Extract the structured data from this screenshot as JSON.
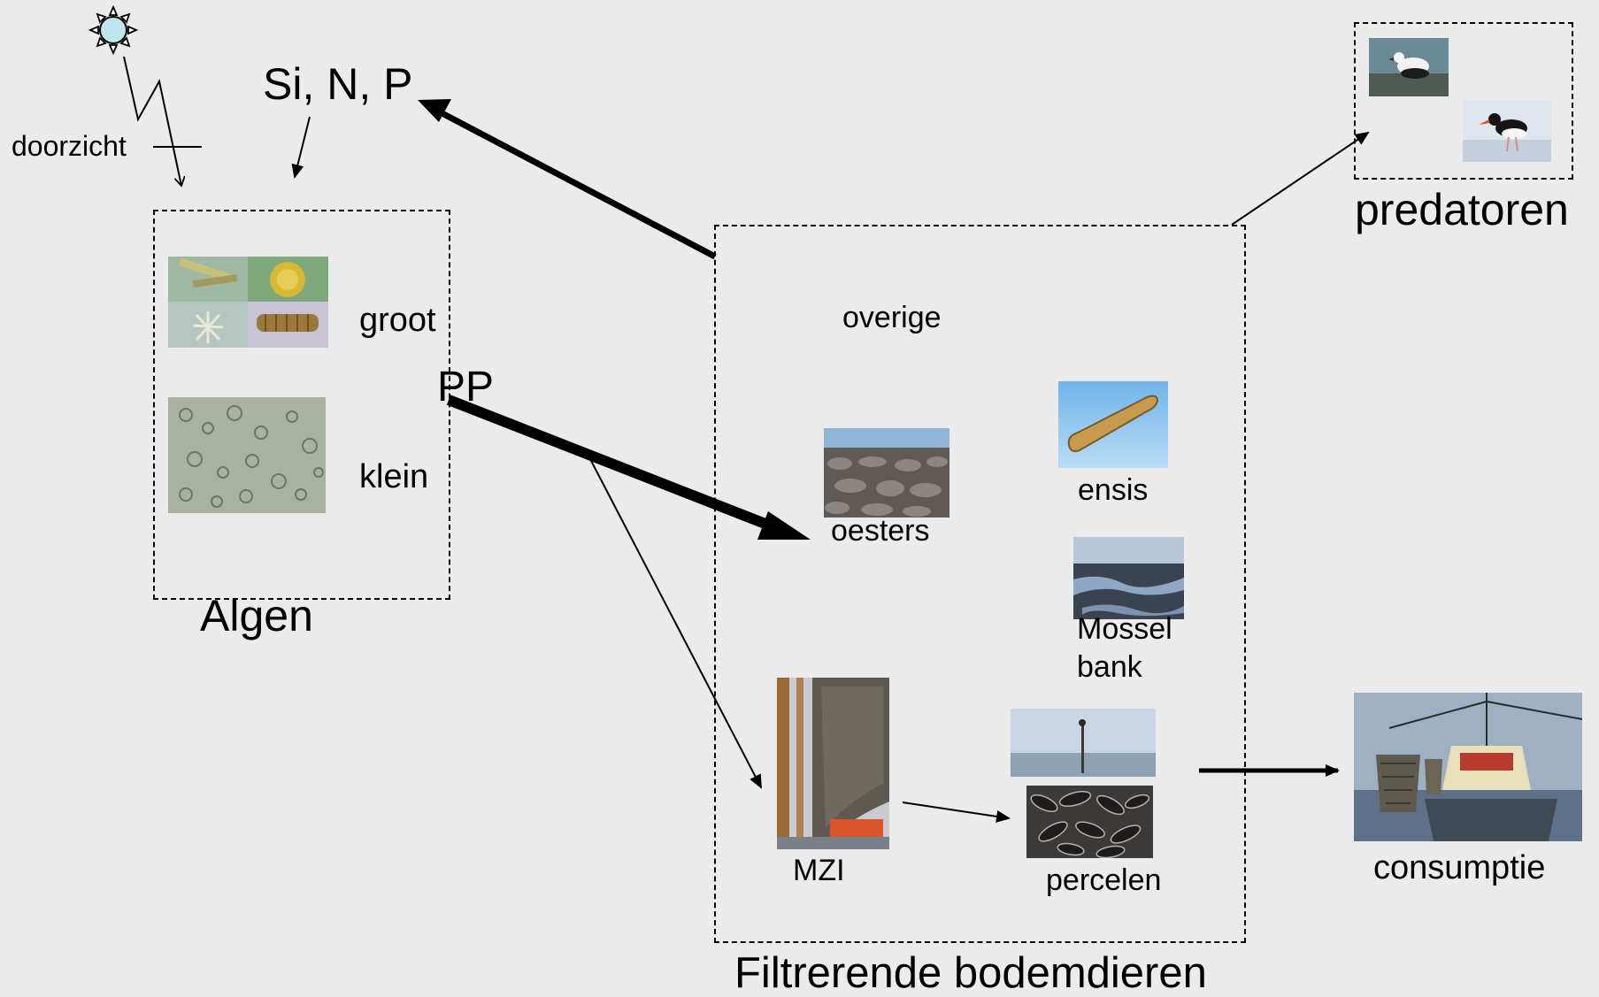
{
  "labels": {
    "nutrients": "Si, N, P",
    "transparency": "doorzicht",
    "algae_large": "groot",
    "algae_small": "klein",
    "primary_production": "PP",
    "algae_group": "Algen",
    "other": "overige",
    "oysters": "oesters",
    "ensis": "ensis",
    "mussel_bed_line1": "Mossel",
    "mussel_bed_line2": "bank",
    "mzi": "MZI",
    "plots": "percelen",
    "filter_feeders_group": "Filtrerende bodemdieren",
    "predators": "predatoren",
    "consumption": "consumptie"
  },
  "icons": {
    "sun": "sun-icon"
  },
  "colors": {
    "background": "#ebebeb",
    "ink": "#000000",
    "sun_fill": "#bfe6ee"
  }
}
